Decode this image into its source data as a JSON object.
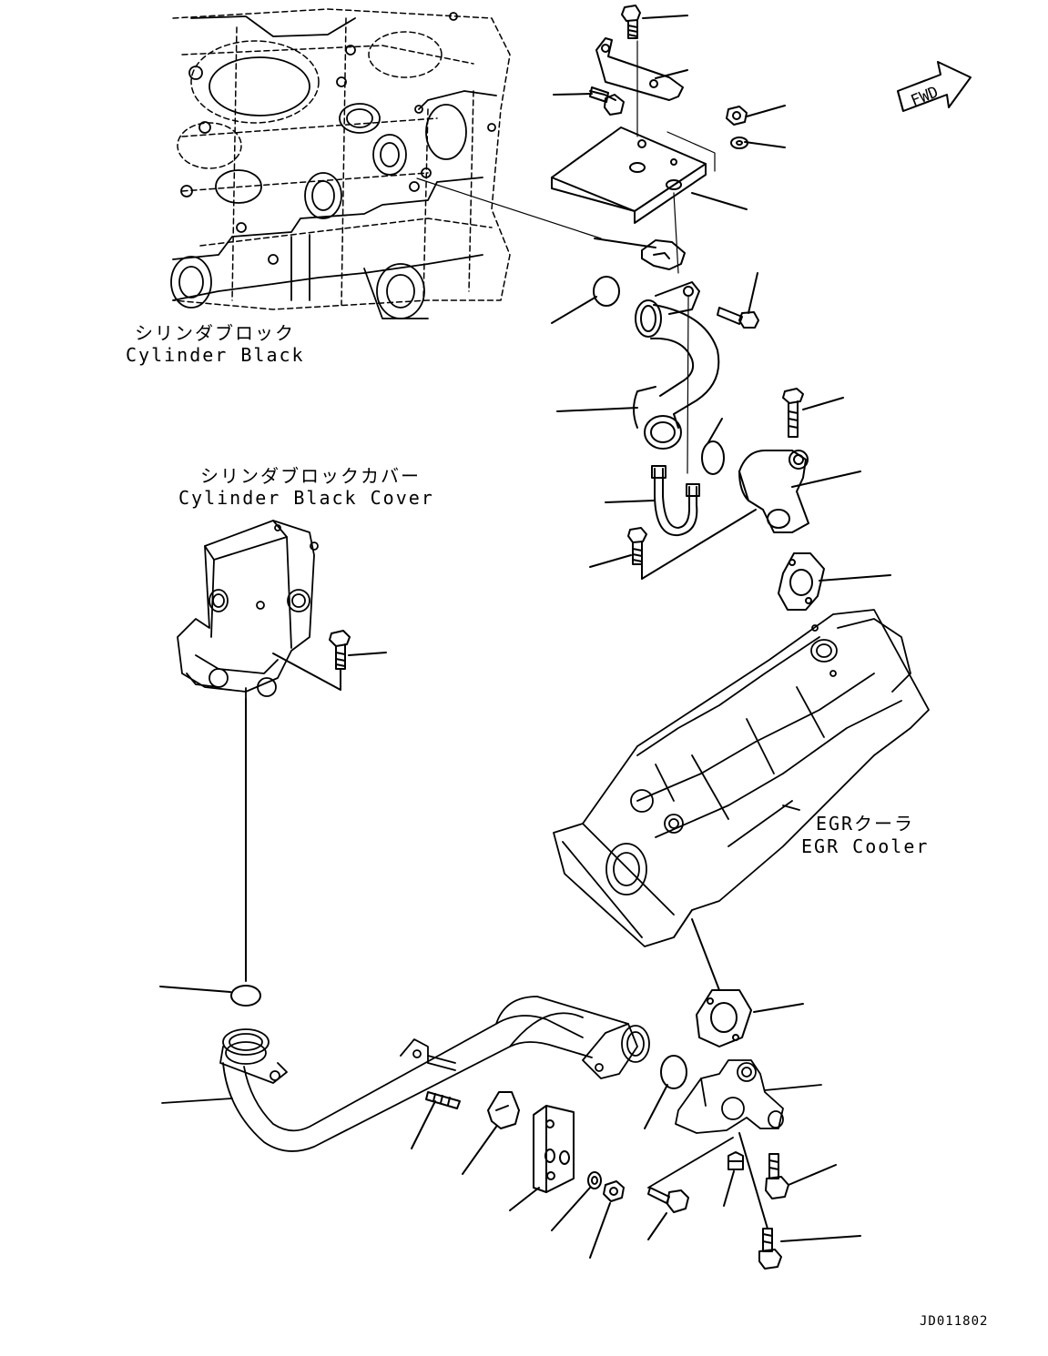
{
  "labels": {
    "cylinder_block_jp": "シリンダブロック",
    "cylinder_block_en": "Cylinder Black",
    "cylinder_block_cover_jp": "シリンダブロックカバー",
    "cylinder_block_cover_en": "Cylinder Black Cover",
    "egr_cooler_jp": "EGRクーラ",
    "egr_cooler_en": "EGR Cooler",
    "fwd": "FWD"
  },
  "drawing_code": "JD011802"
}
